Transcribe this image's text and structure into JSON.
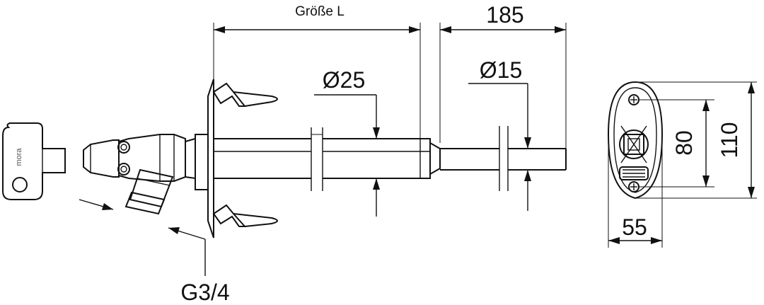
{
  "key_brand": "mora",
  "dimensions": {
    "size_l": "Größe L",
    "length_185": "185",
    "dia_25": "Ø25",
    "dia_15": "Ø15",
    "height_80": "80",
    "height_110": "110",
    "width_55": "55",
    "thread": "G3/4"
  }
}
